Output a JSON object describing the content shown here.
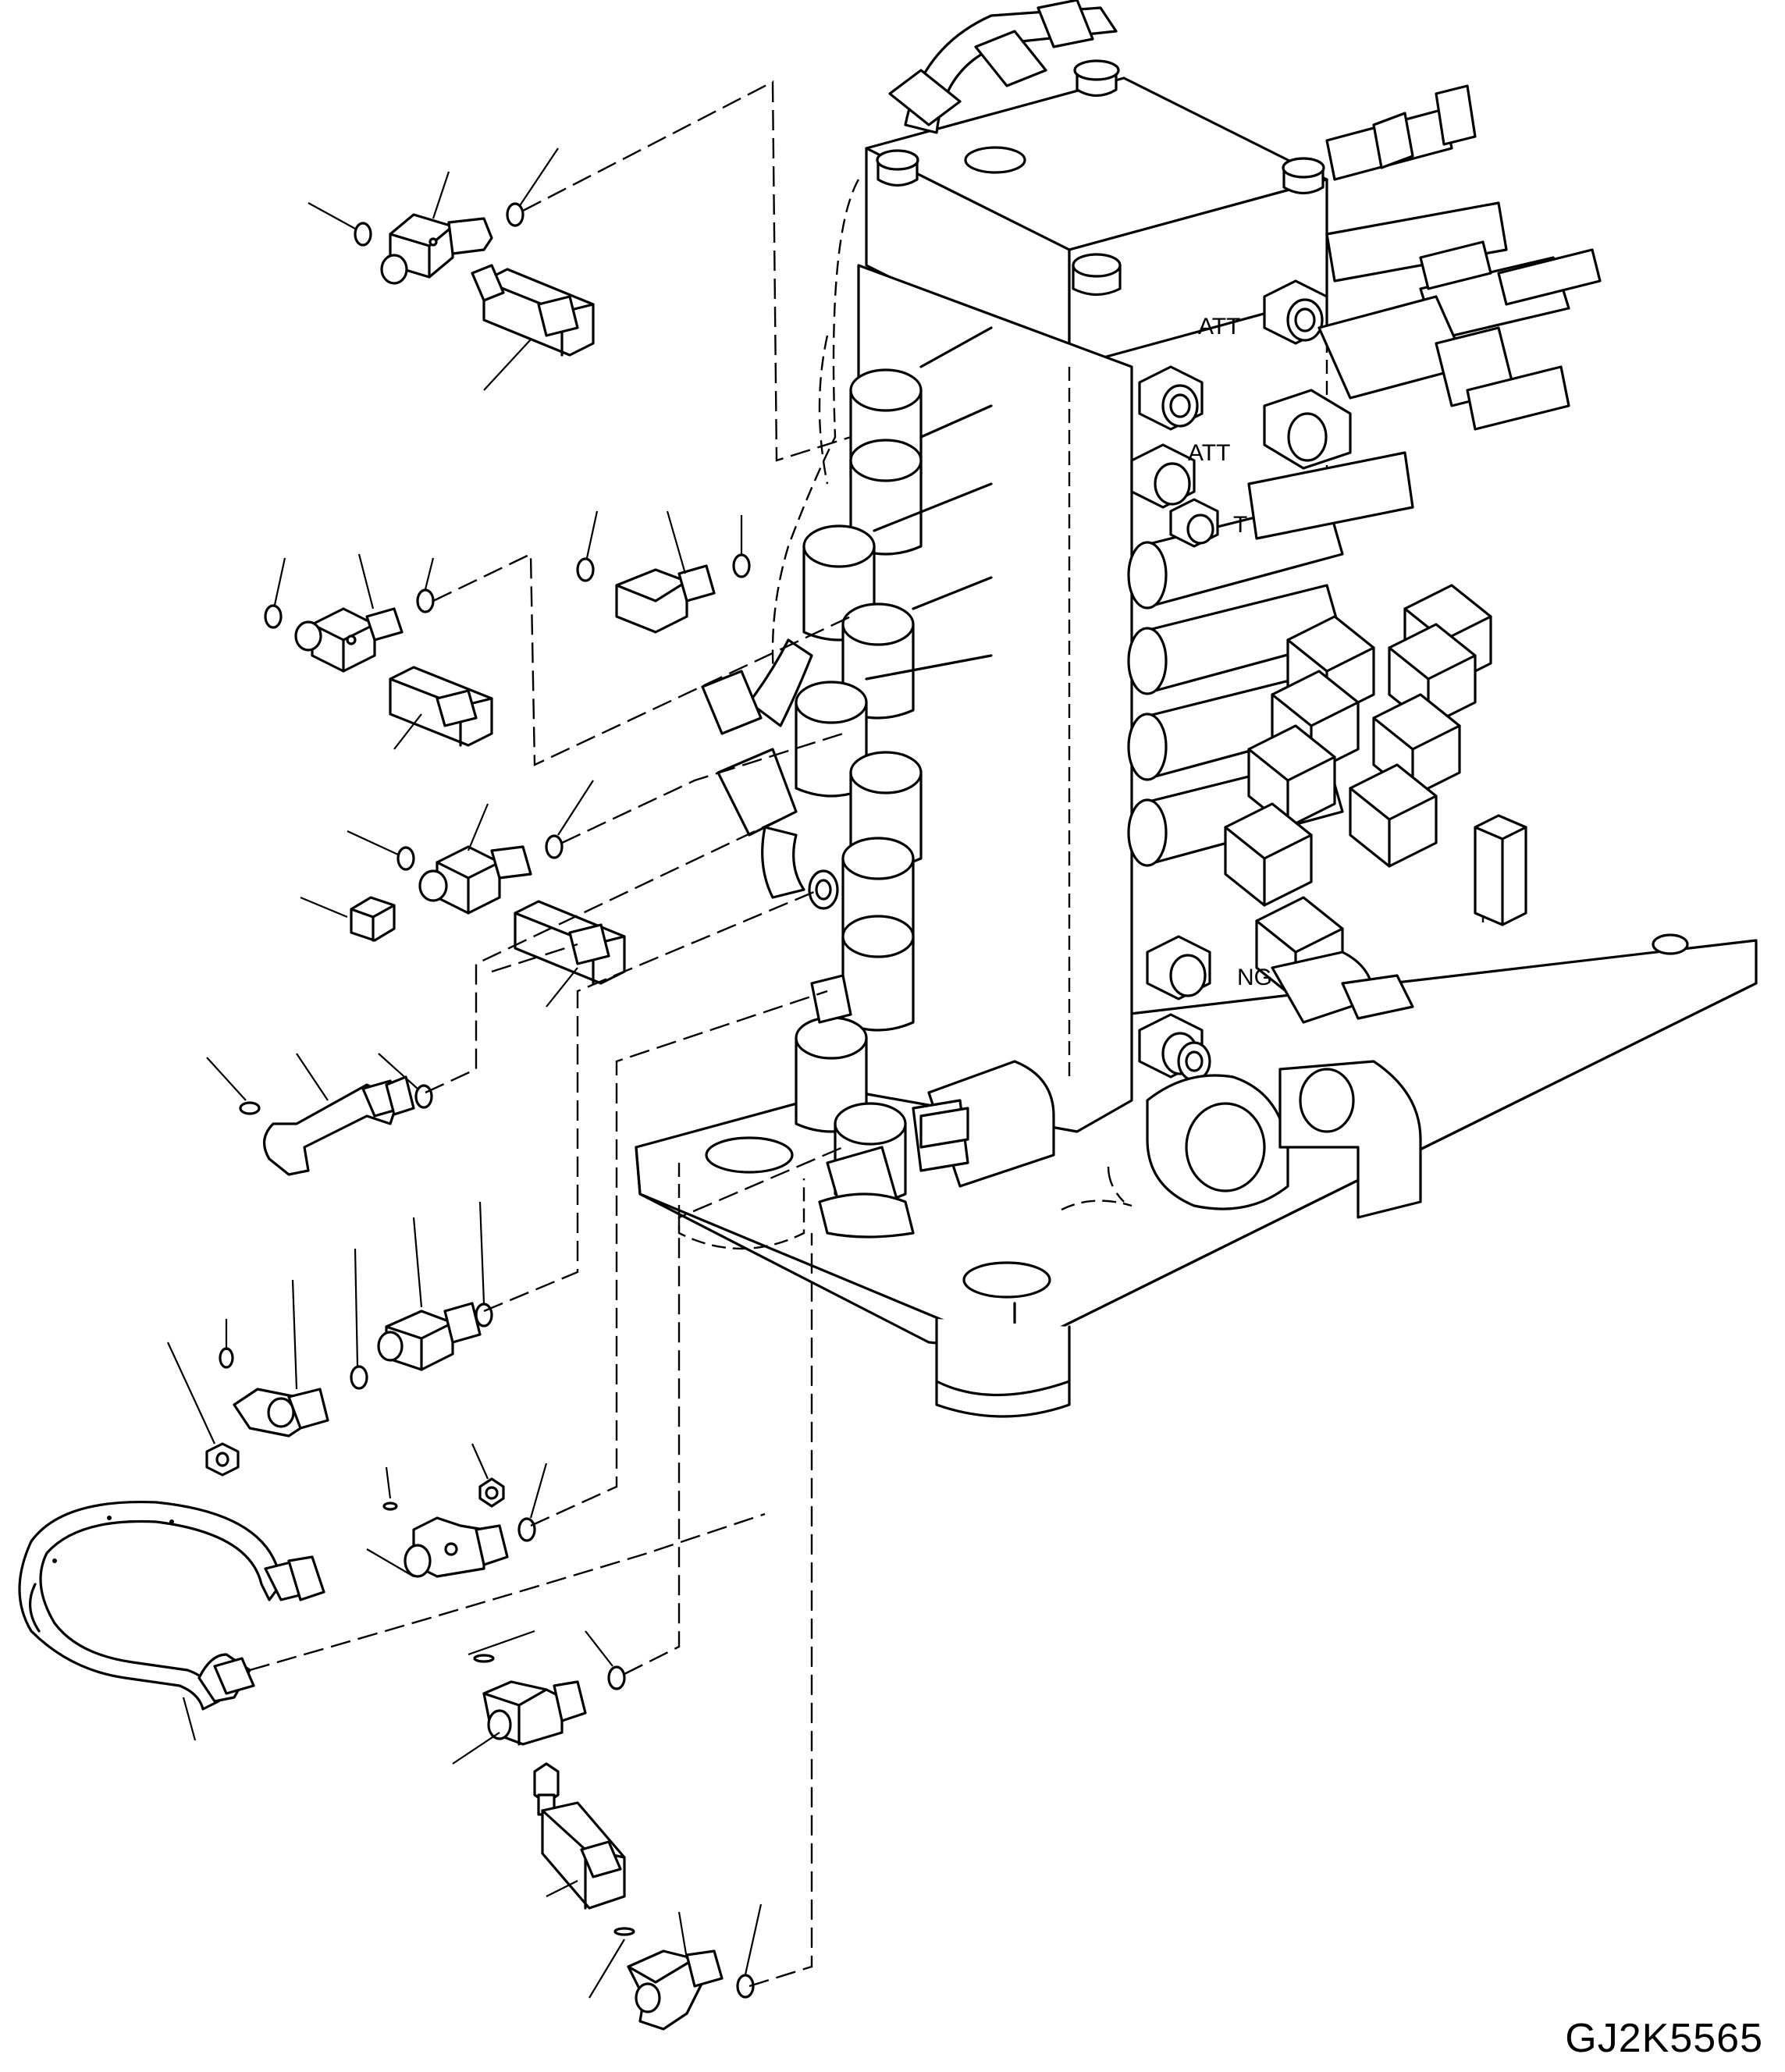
{
  "drawing": {
    "code": "GJ2K5565",
    "valve_port_labels": [
      "ATT",
      "ATT",
      "T",
      "NG"
    ]
  }
}
